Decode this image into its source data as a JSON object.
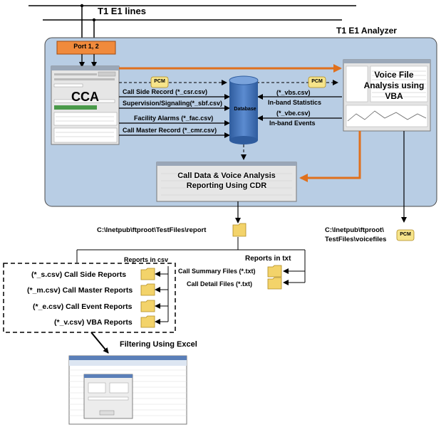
{
  "lines_label": "T1 E1 lines",
  "analyzer_title": "T1 E1 Analyzer",
  "port_label": "Port  1, 2",
  "cca_label": "CCA",
  "database_label": "Database",
  "pcm_badge": "PCM",
  "voice_file_label": "Voice File Analysis using VBA",
  "reporting_label": "Call Data & Voice Analysis Reporting Using CDR",
  "cca_flows": [
    "Call Side Record (*_csr.csv)",
    "Supervision/Signaling(*_sbf.csv)",
    "Facility Alarms  (*_fac.csv)",
    "Call Master Record (*_cmr.csv)"
  ],
  "vba_flows": [
    {
      "file": "(*_vbs.csv)",
      "desc": "In-band Statistics"
    },
    {
      "file": "(*_vbe.csv)",
      "desc": "In-band Events"
    }
  ],
  "report_path": "C:\\Inetpub\\ftproot\\TestFiles\\report",
  "voice_path_line1": "C:\\Inetpub\\ftproot\\",
  "voice_path_line2": "TestFiles\\voicefiles",
  "reports_csv_heading": "Reports in csv",
  "reports_txt_heading": "Reports in txt",
  "csv_reports": [
    "(*_s.csv) Call Side Reports",
    "(*_m.csv) Call Master Reports",
    "(*_e.csv) Call Event Reports",
    "(*_v.csv) VBA Reports"
  ],
  "txt_reports": [
    "Call Summary Files  (*.txt)",
    "Call Detail Files (*.txt)"
  ],
  "excel_label": "Filtering Using Excel",
  "colors": {
    "analyzer_bg": "#b8cde4",
    "port_orange": "#f08a3c",
    "orange_arrow": "#e0701c",
    "database_blue": "#3d6fb8",
    "folder_yellow": "#f3d36a"
  }
}
